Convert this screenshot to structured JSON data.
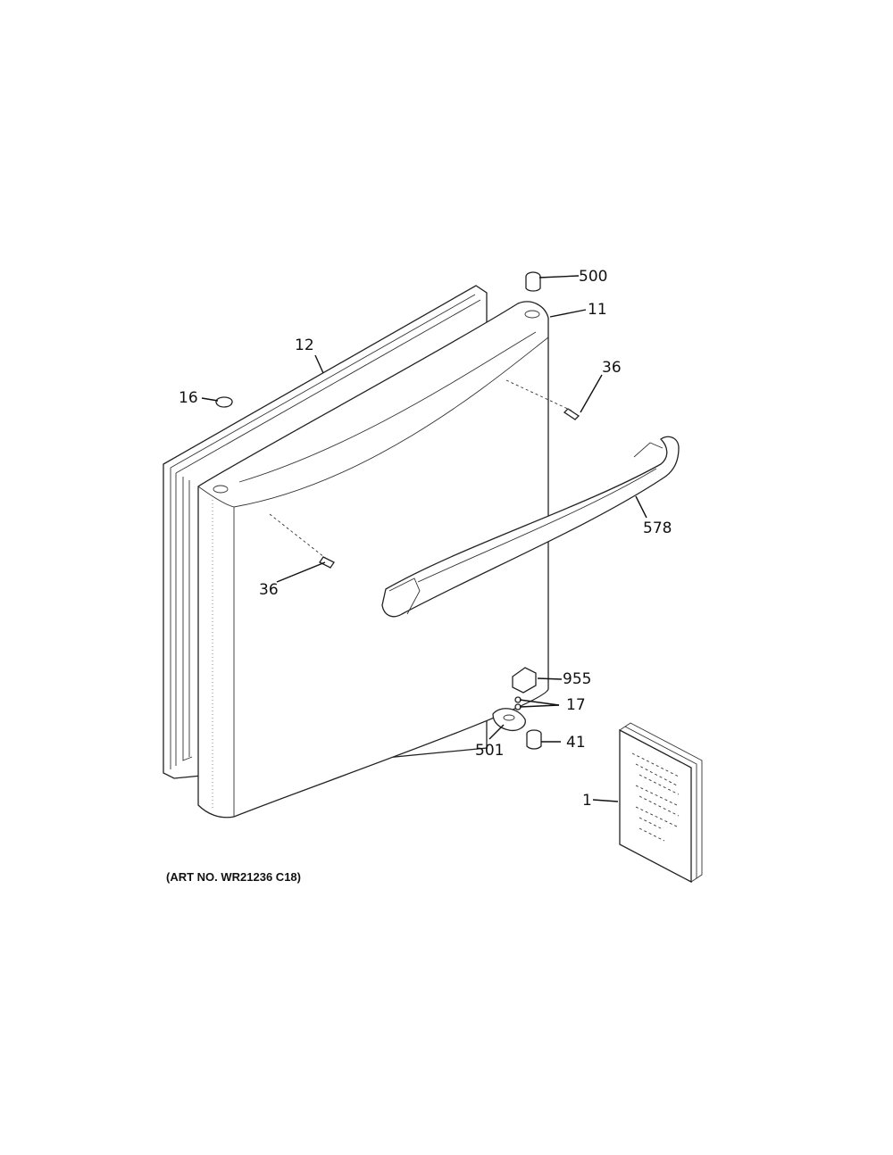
{
  "diagram": {
    "art_number": "(ART NO. WR21236 C18)",
    "callouts": {
      "c500": "500",
      "c11": "11",
      "c12": "12",
      "c16": "16",
      "c36_right": "36",
      "c36_left": "36",
      "c578": "578",
      "c955": "955",
      "c17": "17",
      "c501": "501",
      "c41": "41",
      "c1": "1"
    },
    "icons": [
      "door-gasket",
      "door-panel",
      "door-handle",
      "plug",
      "screw",
      "hinge-bracket",
      "hinge",
      "bushing",
      "manual-booklet"
    ]
  }
}
